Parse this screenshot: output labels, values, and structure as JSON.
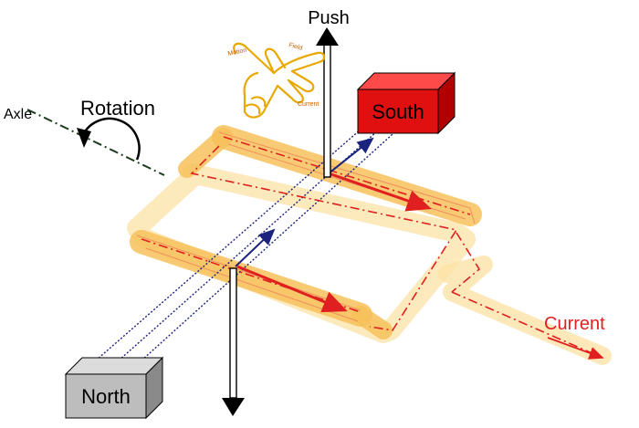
{
  "labels": {
    "push": "Push",
    "axle": "Axle",
    "rotation": "Rotation",
    "south": "South",
    "north": "North",
    "current": "Current"
  },
  "hand_labels": {
    "motion": "Motion",
    "field": "Field",
    "current": "Current"
  },
  "colors": {
    "south_magnet": "#e01010",
    "north_magnet": "#bdbdbd",
    "current_arrow": "#e02020",
    "field_line": "#1a237e",
    "coil_glow": "#f7c15a",
    "hand": "#e8a800",
    "axle": "#1f3b1f"
  },
  "icons": [
    "rotation-arrow-icon",
    "left-hand-rule-icon",
    "push-arrow-icon"
  ]
}
